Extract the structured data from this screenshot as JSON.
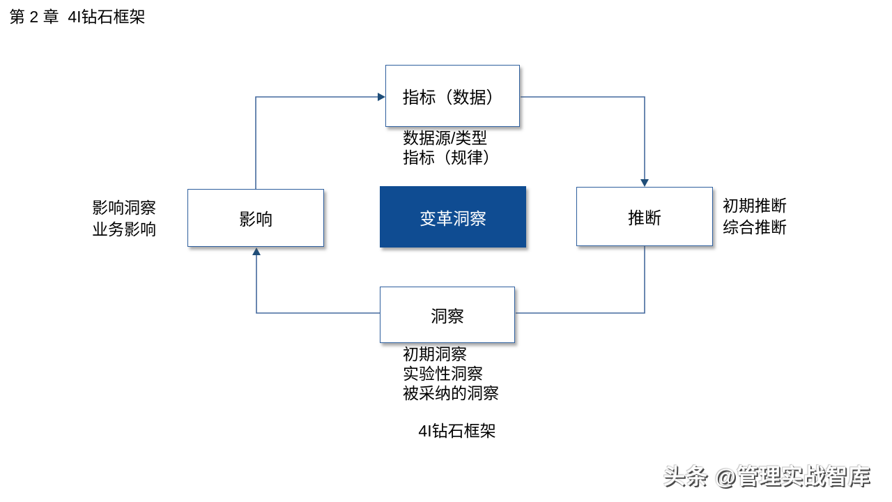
{
  "page_title": "第 2 章  4I钻石框架",
  "diagram": {
    "nodes": {
      "indicator": {
        "label": "指标（数据）"
      },
      "impact": {
        "label": "影响"
      },
      "center": {
        "label": "变革洞察"
      },
      "inference": {
        "label": "推断"
      },
      "insight": {
        "label": "洞察"
      }
    },
    "notes": {
      "indicator_note": {
        "lines": [
          "数据源/类型",
          "指标（规律）"
        ]
      },
      "impact_note": {
        "lines": [
          "影响洞察",
          "业务影响"
        ]
      },
      "inference_note": {
        "lines": [
          "初期推断",
          "综合推断"
        ]
      },
      "insight_note": {
        "lines": [
          "初期洞察",
          "实验性洞察",
          "被采纳的洞察"
        ]
      }
    },
    "caption": "4I钻石框架"
  },
  "watermark": "头条 @管理实战智库",
  "colors": {
    "center_fill": "#0f4c92",
    "center_text": "#ffffff",
    "box_border": "#2e5f9e",
    "connector": "#44699d",
    "arrowhead": "#1f4e79",
    "text": "#000000"
  }
}
